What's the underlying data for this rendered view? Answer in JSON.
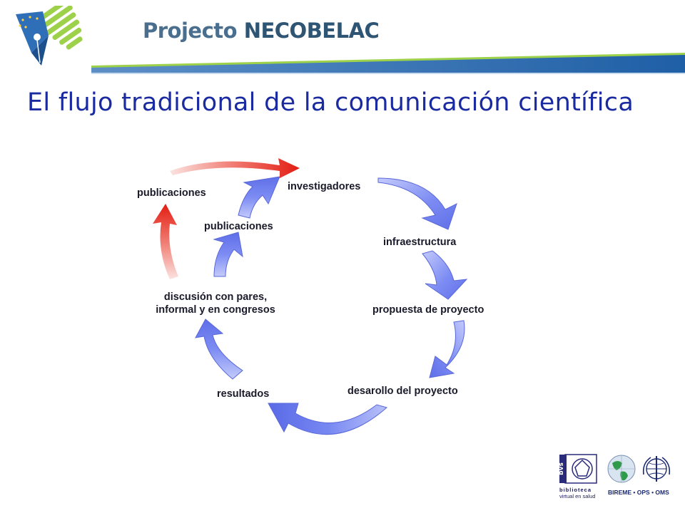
{
  "header": {
    "brand_part1": "Projecto",
    "brand_part2": "NECOBELAC"
  },
  "slide": {
    "title": "El flujo tradicional de la comunicación científica"
  },
  "diagram": {
    "nodes": [
      {
        "id": "investigadores",
        "label": "investigadores"
      },
      {
        "id": "infraestructura",
        "label": "infraestructura"
      },
      {
        "id": "propuesta",
        "label": "propuesta de proyecto"
      },
      {
        "id": "desarollo",
        "label": "desarollo del proyecto"
      },
      {
        "id": "resultados",
        "label": "resultados"
      },
      {
        "id": "discusion",
        "label_line1": "discusión con pares,",
        "label_line2": "informal y en congresos"
      },
      {
        "id": "publicaciones_inner",
        "label": "publicaciones"
      },
      {
        "id": "publicaciones_outer",
        "label": "publicaciones"
      }
    ],
    "colors": {
      "cycle_arrow": "#6f7ff0",
      "cycle_arrow_light": "#c4cbfb",
      "outer_arrow": "#e8261c",
      "outer_arrow_light": "#fbd0cc",
      "label": "#1a1a2a"
    }
  },
  "footer": {
    "bvs_mark": "bvs",
    "bvs_line1": "biblioteca",
    "bvs_line2": "virtual en salud",
    "bireme": "BIREME • OPS • OMS"
  },
  "colors": {
    "title": "#1a2aa0",
    "brand": "#4a6e8e",
    "band_blue": "#1f5fa6",
    "band_green": "#9ed14a"
  }
}
